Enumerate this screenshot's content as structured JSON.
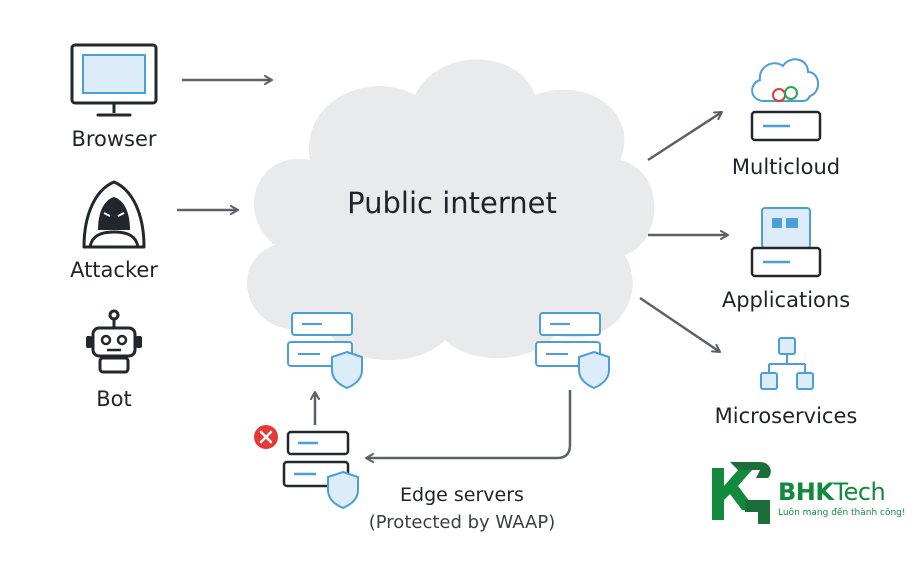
{
  "clients": {
    "browser_label": "Browser",
    "attacker_label": "Attacker",
    "bot_label": "Bot"
  },
  "cloud": {
    "label": "Public internet"
  },
  "edge": {
    "title": "Edge servers",
    "subtitle": "(Protected by WAAP)"
  },
  "destinations": {
    "multicloud_label": "Multicloud",
    "applications_label": "Applications",
    "microservices_label": "Microservices"
  },
  "brand": {
    "name_bold": "BHK",
    "name_rest": "Tech",
    "slogan": "Luôn mang đến thành công!"
  },
  "colors": {
    "icon_blue": "#4a9fd8",
    "icon_fill": "#dcecf9",
    "dark_outline": "#22272e",
    "arrow": "#5b6168",
    "cloud_fill": "#e9eaec",
    "blocked_red": "#e53935",
    "brand_green": "#128a3e"
  }
}
